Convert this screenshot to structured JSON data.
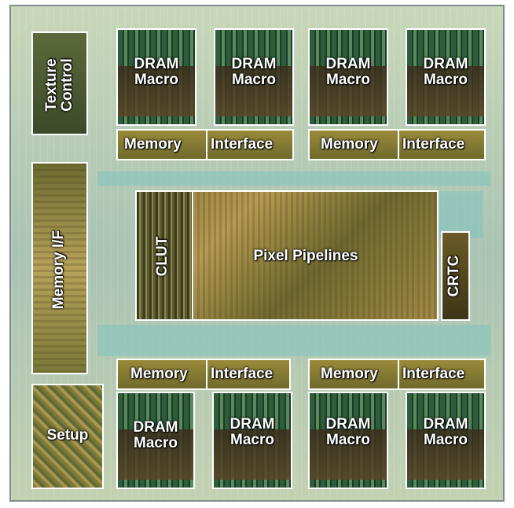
{
  "blocks": {
    "texture_control": "Texture\nControl",
    "memory_if_vertical": "Memory I/F",
    "setup": "Setup",
    "clut": "CLUT",
    "pixel_pipelines": "Pixel Pipelines",
    "crtc": "CRTC",
    "dram_macro": "DRAM\nMacro",
    "memory": "Memory",
    "interface": "Interface"
  }
}
